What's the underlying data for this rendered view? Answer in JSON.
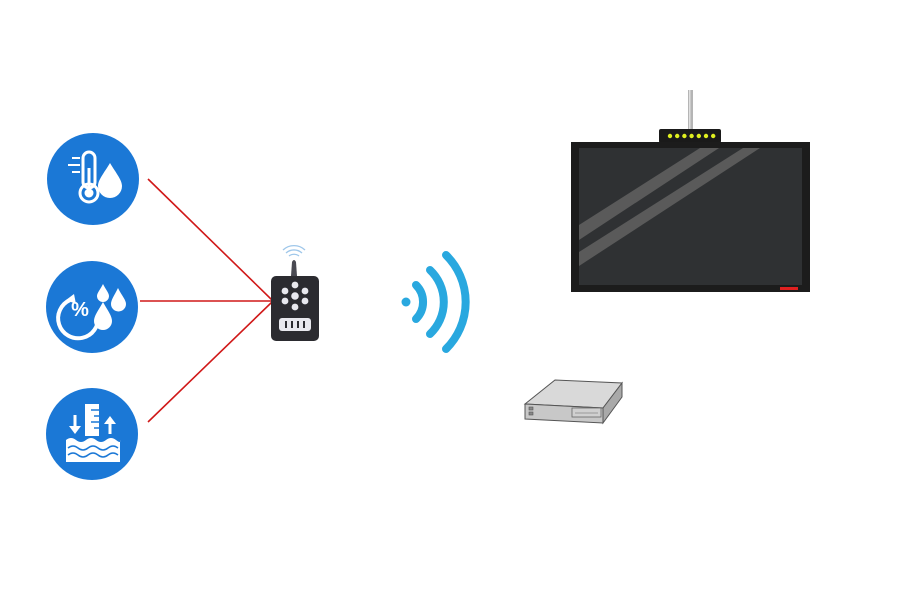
{
  "diagram": {
    "sensors": [
      {
        "icon": "temperature-humidity-icon"
      },
      {
        "icon": "relative-humidity-icon"
      },
      {
        "icon": "water-level-icon"
      }
    ],
    "connections": [
      {
        "from": "temperature-humidity-sensor",
        "to": "wireless-transmitter"
      },
      {
        "from": "relative-humidity-sensor",
        "to": "wireless-transmitter"
      },
      {
        "from": "water-level-sensor",
        "to": "wireless-transmitter"
      }
    ],
    "transmitter": {
      "icon": "wireless-transmitter-icon"
    },
    "signal": {
      "icon": "wifi-signal-icon"
    },
    "receiver": {
      "icon": "gateway-receiver-icon",
      "indicator_leds": 7
    },
    "display": {
      "icon": "monitor-display-icon"
    },
    "server": {
      "icon": "server-box-icon"
    },
    "colors": {
      "sensor_circle": "#1b78d6",
      "connection_line": "#d01818",
      "signal_waves": "#29a8df",
      "screen": "#2f3133",
      "frame": "#1c1c1c",
      "led": "#e0f020",
      "power_led": "#e02020"
    }
  }
}
